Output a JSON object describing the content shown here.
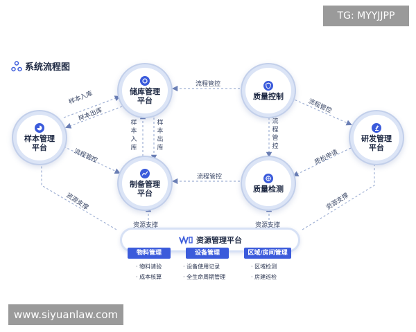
{
  "watermarks": {
    "top": "TG: MYYJJPP",
    "bottom": "www.siyuanlaw.com"
  },
  "diagram_title": "系统流程图",
  "nodes": {
    "storage": "储库管理平台",
    "quality_control": "质量控制",
    "sample": "样本管理平台",
    "rnd": "研发管理平台",
    "prep": "制备管理平台",
    "quality_test": "质量检测"
  },
  "edges": {
    "process_control": "流程管控",
    "sample_in": "样本入库",
    "sample_out": "样本出库",
    "resource_support": "资源支撑",
    "inspection_request": "质检申请"
  },
  "platform": {
    "title": "资源管理平台",
    "groups": [
      {
        "name": "物料管理",
        "items": [
          "物料请验",
          "成本核算"
        ]
      },
      {
        "name": "设备管理",
        "items": [
          "设备使用记录",
          "全生命周期管理"
        ]
      },
      {
        "name": "区域/房间管理",
        "items": [
          "区域检测",
          "房建巡检"
        ]
      }
    ]
  },
  "colors": {
    "accent": "#3b5bdb",
    "line": "#9fb0d4",
    "ring": "#dbe4f6"
  }
}
